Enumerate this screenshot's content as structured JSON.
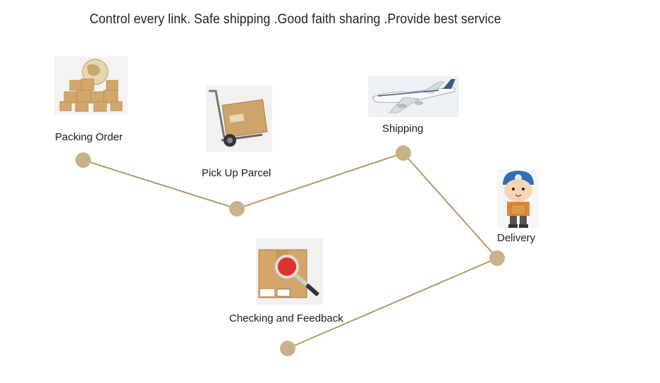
{
  "headline": "Control every link. Safe shipping .Good faith sharing .Provide best service",
  "steps": [
    {
      "id": "packing",
      "label": "Packing Order",
      "icon": "packing-boxes-globe-icon"
    },
    {
      "id": "pickup",
      "label": "Pick Up Parcel",
      "icon": "hand-truck-parcel-icon"
    },
    {
      "id": "shipping",
      "label": "Shipping",
      "icon": "airplane-icon"
    },
    {
      "id": "delivery",
      "label": "Delivery",
      "icon": "delivery-courier-icon"
    },
    {
      "id": "checking",
      "label": "Checking and Feedback",
      "icon": "box-magnifier-icon"
    }
  ],
  "colors": {
    "node": "#c9b28a",
    "line": "#b49a62",
    "text": "#1c1c1c"
  }
}
